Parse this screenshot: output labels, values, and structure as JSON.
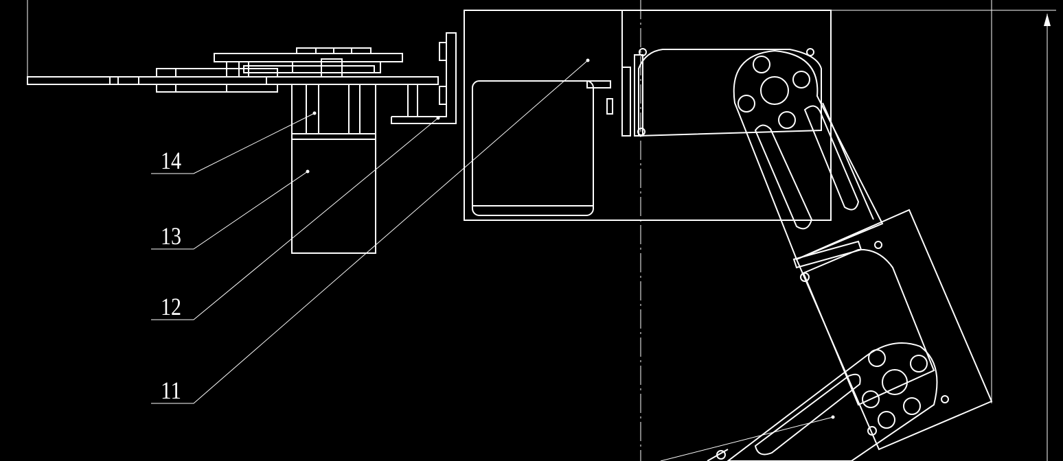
{
  "drawing": {
    "background_color": "#000000",
    "line_color": "#ffffff",
    "callouts": [
      {
        "number": "14"
      },
      {
        "number": "13"
      },
      {
        "number": "12"
      },
      {
        "number": "11"
      }
    ]
  }
}
